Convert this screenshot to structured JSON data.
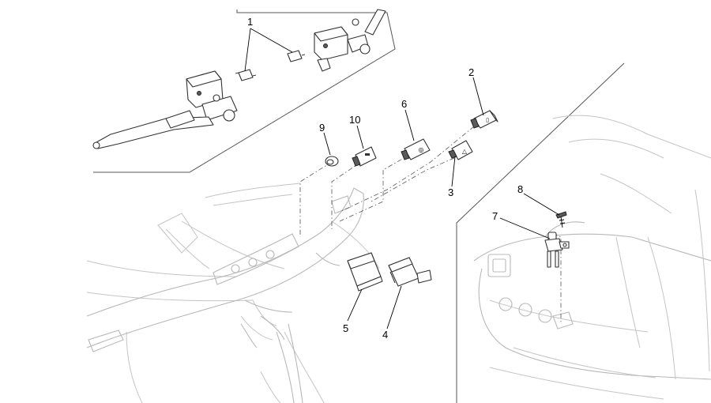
{
  "diagram": {
    "part_labels": [
      {
        "id": "1",
        "text": "1"
      },
      {
        "id": "2",
        "text": "2"
      },
      {
        "id": "3",
        "text": "3"
      },
      {
        "id": "4",
        "text": "4"
      },
      {
        "id": "5",
        "text": "5"
      },
      {
        "id": "6",
        "text": "6"
      },
      {
        "id": "7",
        "text": "7"
      },
      {
        "id": "8",
        "text": "8"
      },
      {
        "id": "9",
        "text": "9"
      },
      {
        "id": "10",
        "text": "10"
      }
    ],
    "legend_bullet_glyphs": {
      "button_2": "▯",
      "button_3": "△",
      "button_6": "◎"
    }
  }
}
